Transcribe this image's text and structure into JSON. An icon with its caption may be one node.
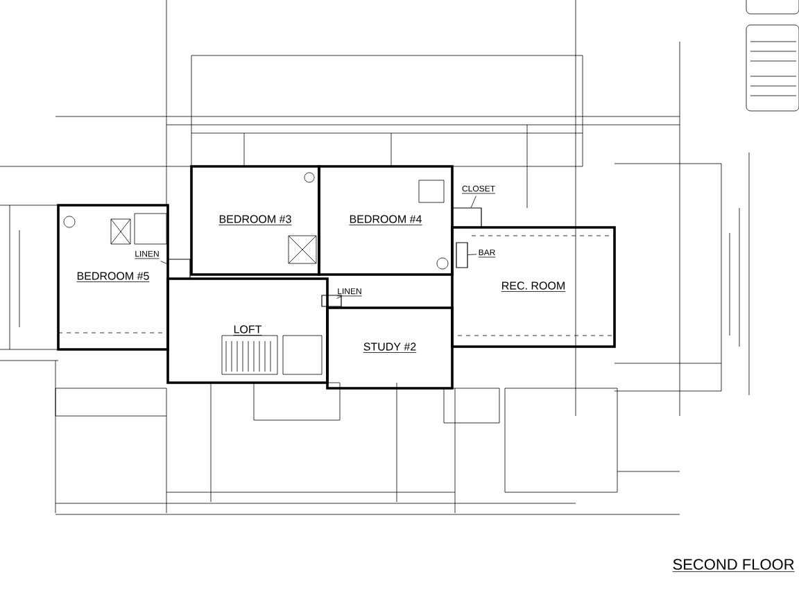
{
  "diagram": {
    "title": "SECOND FLOOR",
    "nodes": [
      {
        "text": [
          "BEDROOM #3"
        ]
      },
      {
        "text": [
          "BEDROOM #4"
        ]
      },
      {
        "text": [
          "CLOSET"
        ]
      },
      {
        "text": [],
        "shape": "box"
      },
      {
        "text": [
          "BAR"
        ],
        "in": 12
      },
      {
        "text": [],
        "shape": "box",
        "in": 12
      },
      {
        "text": [
          "BEDROOM #5"
        ]
      },
      {
        "text": [
          "LINEN"
        ],
        "in": 6
      },
      {
        "text": [],
        "shape": "box"
      },
      {
        "text": [
          "LOFT"
        ]
      },
      {
        "text": [
          "LINEN"
        ]
      },
      {
        "text": [],
        "shape": "box"
      },
      {
        "text": [
          "REC. ROOM"
        ]
      },
      {
        "text": [
          "STUDY #2"
        ]
      }
    ],
    "edges": [
      {
        "from": 2,
        "to": 3,
        "arrow": "none"
      },
      {
        "from": 4,
        "to": 5,
        "arrow": "none"
      },
      {
        "from": 7,
        "to": 8,
        "arrow": "none"
      },
      {
        "from": 10,
        "to": 11,
        "arrow": "none"
      }
    ]
  }
}
